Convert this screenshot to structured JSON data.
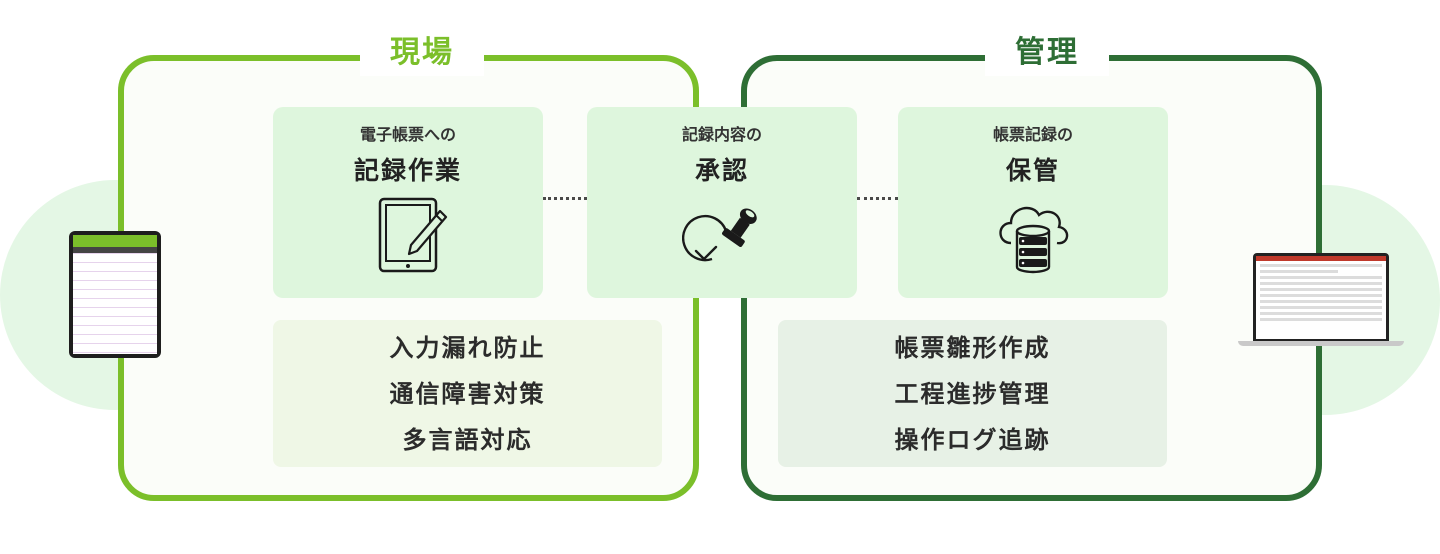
{
  "groups": {
    "field": {
      "title": "現場",
      "color": "#7bbf2a"
    },
    "management": {
      "title": "管理",
      "color": "#2e6e35"
    }
  },
  "cards": [
    {
      "sub": "電子帳票への",
      "main": "記録作業",
      "icon": "tablet-pen-icon"
    },
    {
      "sub": "記録内容の",
      "main": "承認",
      "icon": "stamp-check-icon"
    },
    {
      "sub": "帳票記録の",
      "main": "保管",
      "icon": "cloud-database-icon"
    }
  ],
  "features": {
    "field": [
      "入力漏れ防止",
      "通信障害対策",
      "多言語対応"
    ],
    "management": [
      "帳票雛形作成",
      "工程進捗管理",
      "操作ログ追跡"
    ]
  },
  "devices": {
    "left": "tablet-device",
    "right": "laptop-device"
  },
  "colors": {
    "card_bg": "#def6dd",
    "circle_bg": "#e4f7e5"
  }
}
